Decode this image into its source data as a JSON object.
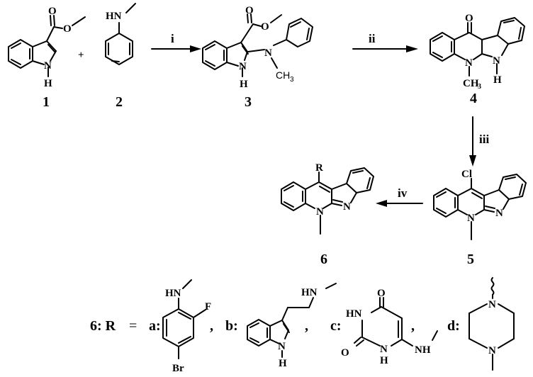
{
  "scheme": {
    "plus": "+",
    "compounds": [
      {
        "id": "1",
        "label": "1",
        "atoms": [
          "O",
          "O",
          "N",
          "H"
        ]
      },
      {
        "id": "2",
        "label": "2",
        "atoms": [
          "HN"
        ]
      },
      {
        "id": "3",
        "label": "3",
        "atoms": [
          "O",
          "O",
          "N",
          "N",
          "H",
          "CH",
          "3"
        ]
      },
      {
        "id": "4",
        "label": "4",
        "atoms": [
          "O",
          "N",
          "N",
          "H",
          "CH",
          "3"
        ]
      },
      {
        "id": "5",
        "label": "5",
        "atoms": [
          "Cl",
          "N",
          "N"
        ]
      },
      {
        "id": "6",
        "label": "6",
        "atoms": [
          "R",
          "N",
          "N"
        ]
      }
    ],
    "steps": [
      {
        "id": "i",
        "label": "i"
      },
      {
        "id": "ii",
        "label": "ii"
      },
      {
        "id": "iii",
        "label": "iii"
      },
      {
        "id": "iv",
        "label": "iv"
      }
    ],
    "substituents": {
      "header": "6: R",
      "equals": "=",
      "separator": ",",
      "items": [
        {
          "key": "a:",
          "atoms": [
            "HN",
            "F",
            "Br"
          ]
        },
        {
          "key": "b:",
          "atoms": [
            "HN",
            "N",
            "H"
          ]
        },
        {
          "key": "c:",
          "atoms": [
            "O",
            "HN",
            "O",
            "N",
            "H",
            "NH"
          ]
        },
        {
          "key": "d:",
          "atoms": [
            "N",
            "N"
          ]
        }
      ]
    }
  }
}
